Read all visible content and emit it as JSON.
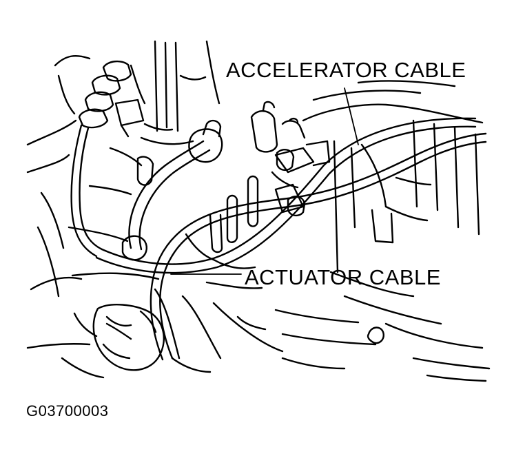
{
  "labels": {
    "accelerator_cable": "ACCELERATOR CABLE",
    "actuator_cable": "ACTUATOR CABLE"
  },
  "figure_id": "G03700003"
}
